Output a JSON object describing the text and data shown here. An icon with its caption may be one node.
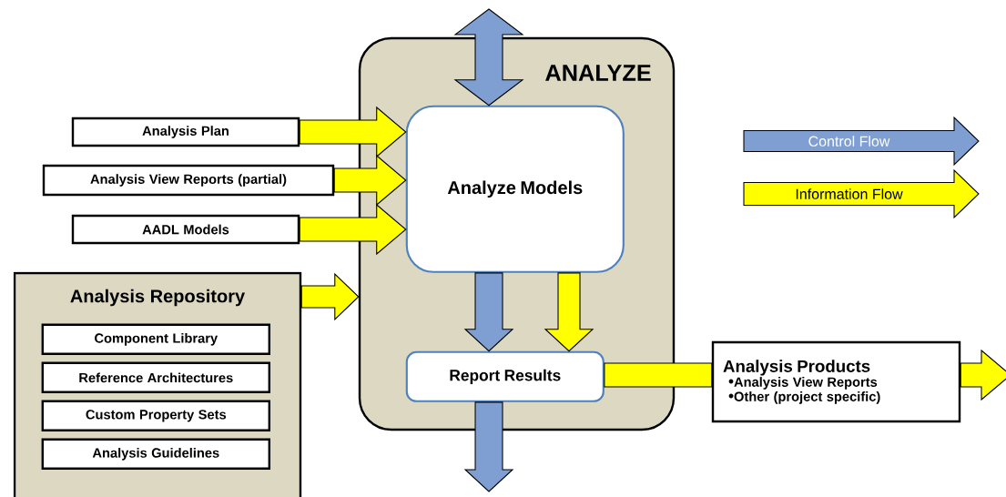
{
  "diagram": {
    "nodes": [
      {
        "text": [
          "ANALYZE"
        ]
      },
      {
        "text": [
          "Analysis Plan"
        ]
      },
      {
        "text": [
          "Analysis View Reports (partial)"
        ]
      },
      {
        "text": [
          "AADL Models"
        ]
      },
      {
        "text": [
          "Analyze Models"
        ],
        "in": 0
      },
      {
        "text": [
          "Analysis Repository"
        ]
      },
      {
        "text": [
          "Component Library"
        ],
        "in": 5
      },
      {
        "text": [
          "Reference Architectures"
        ],
        "in": 5
      },
      {
        "text": [
          "Custom Property Sets"
        ],
        "in": 5
      },
      {
        "text": [
          "Analysis Guidelines"
        ],
        "in": 5
      },
      {
        "text": [
          "Report Results"
        ],
        "in": 0
      },
      {
        "text": [
          "Analysis Products",
          "Analysis View Reports",
          "Other (project specific)"
        ]
      }
    ],
    "edges": [
      {
        "from": 1,
        "to": 4,
        "arrow": "to"
      },
      {
        "from": 2,
        "to": 4,
        "arrow": "to"
      },
      {
        "from": 3,
        "to": 4,
        "arrow": "to"
      },
      {
        "from": 5,
        "to": 0,
        "arrow": "to"
      },
      {
        "from": null,
        "to": 4,
        "arrow": "both",
        "color": "#7f9fd3"
      },
      {
        "from": 4,
        "to": 10,
        "arrow": "to",
        "color": "#7f9fd3"
      },
      {
        "from": 4,
        "to": 10,
        "arrow": "to"
      },
      {
        "from": 10,
        "to": 11,
        "arrow": "none"
      },
      {
        "from": 11,
        "to": null,
        "arrow": "to"
      },
      {
        "from": 10,
        "to": null,
        "arrow": "to",
        "color": "#7f9fd3"
      }
    ],
    "legend": [
      {
        "text": "Control Flow",
        "color": "#7f9fd3"
      },
      {
        "text": "Information Flow",
        "color": "#ffff00"
      }
    ]
  }
}
